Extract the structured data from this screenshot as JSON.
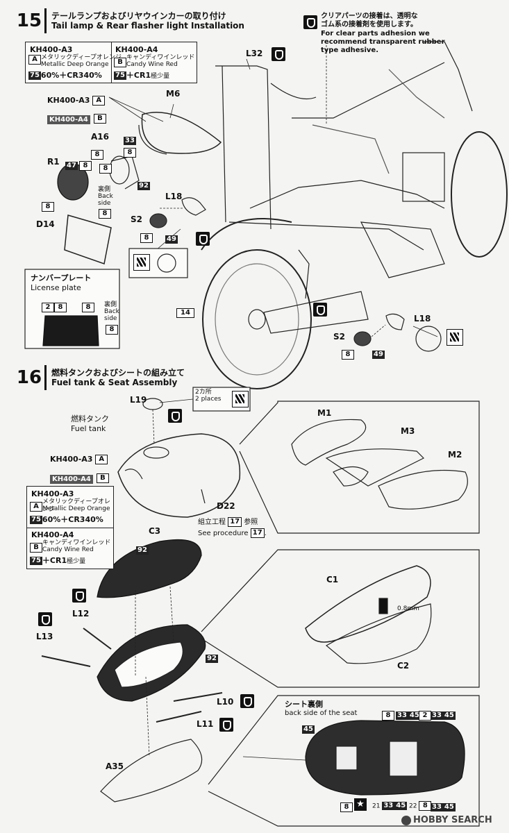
{
  "step15": {
    "number": "15",
    "title_ja": "テールランプおよびリヤウインカーの取り付け",
    "title_en": "Tail lamp & Rear flasher light Installation",
    "note": {
      "ja_line1": "クリアパーツの接着は、透明な",
      "ja_line2": "ゴム系の接着剤を使用します。",
      "en_line1": "For clear parts adhesion we",
      "en_line2": "recommend transparent rubber",
      "en_line3": "type adhesive."
    },
    "colors": {
      "a3_model": "KH400-A3",
      "a3_letter": "A",
      "a3_ja": "メタリックディープオレンジ",
      "a3_en": "Metallic Deep Orange",
      "a3_code": "75",
      "a3_mix": "60%＋",
      "a3_code2": "CR3",
      "a3_mix2": "40%",
      "a4_model": "KH400-A4",
      "a4_letter": "B",
      "a4_ja": "キャンディワインレッド",
      "a4_en": "Candy Wine Red",
      "a4_code": "75",
      "a4_plus": "＋",
      "a4_code2": "CR1",
      "a4_mix": "極少量"
    },
    "labels": {
      "m6": "M6",
      "a16": "A16",
      "r1": "R1",
      "d14": "D14",
      "l18": "L18",
      "s2": "S2",
      "l32": "L32",
      "kh_a3": "KH400-A3",
      "kh_a4": "KH400-A4",
      "kh_a_letter": "A",
      "kh_b_letter": "B",
      "back_side_ja": "裏側",
      "back_side_en1": "Back",
      "back_side_en2": "side",
      "c33": "33",
      "c8": "8",
      "c47": "47",
      "c92": "92",
      "c49": "49",
      "c14": "14",
      "l18b": "L18",
      "s2b": "S2"
    },
    "plate": {
      "title_ja": "ナンバープレート",
      "title_en": "License plate",
      "c2": "2",
      "c8": "8",
      "back_ja": "裏側",
      "back_en1": "Back",
      "back_en2": "side"
    }
  },
  "step16": {
    "number": "16",
    "title_ja": "燃料タンクおよびシートの組み立て",
    "title_en": "Fuel tank & Seat Assembly",
    "labels": {
      "l19": "L19",
      "two_places_ja": "2カ所",
      "two_places_en": "2 places",
      "fuel_ja": "燃料タンク",
      "fuel_en": "Fuel tank",
      "kh_a3": "KH400-A3",
      "kh_a4": "KH400-A4",
      "a": "A",
      "b": "B",
      "d22": "D22",
      "ref_ja": "組立工程",
      "ref_num": "17",
      "ref_ja2": "参照",
      "see_en": "See procedure",
      "m1": "M1",
      "m3": "M3",
      "m2": "M2",
      "c3": "C3",
      "c92": "92",
      "l12": "L12",
      "l13": "L13",
      "l10": "L10",
      "l11": "L11",
      "a35": "A35",
      "c1": "C1",
      "c2": "C2",
      "mm": "0.8mm"
    },
    "colors": {
      "a3_model": "KH400-A3",
      "a3_letter": "A",
      "a3_ja": "メタリックディープオレンジ",
      "a3_en": "Metallic Deep Orange",
      "a3_code": "75",
      "a3_mix": "60%＋",
      "a3_code2": "CR3",
      "a3_mix2": "40%",
      "a4_model": "KH400-A4",
      "a4_letter": "B",
      "a4_ja": "キャンディワインレッド",
      "a4_en": "Candy Wine Red",
      "a4_code": "75",
      "a4_plus": "＋",
      "a4_code2": "CR1",
      "a4_mix": "極少量"
    },
    "seat_back": {
      "title_ja": "シート裏側",
      "title_en": "back side of the seat",
      "c45": "45",
      "c8": "8",
      "c33": "33",
      "c2": "2",
      "c21": "21",
      "c22": "22"
    }
  },
  "watermark": "HOBBY SEARCH"
}
